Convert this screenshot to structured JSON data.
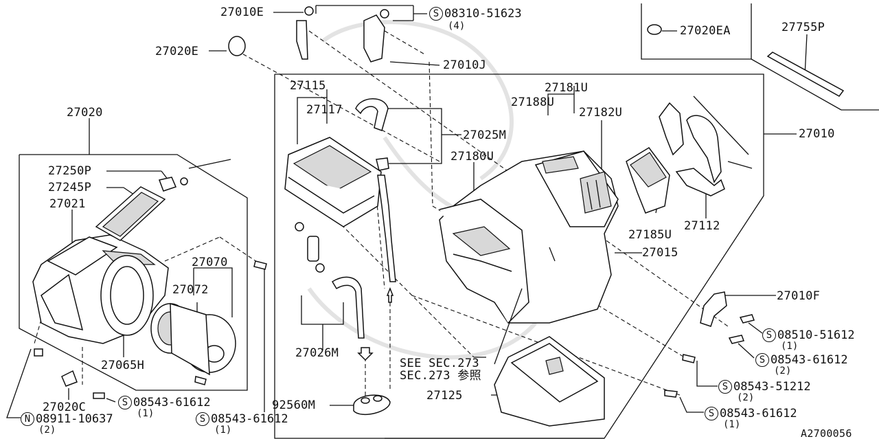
{
  "diagram_id": "A2700056",
  "labels": {
    "p27010E": "27010E",
    "p27020E": "27020E",
    "p08310": "08310-51623",
    "q08310": "(4)",
    "p27010J": "27010J",
    "p27020EA": "27020EA",
    "p27755P": "27755P",
    "p27020": "27020",
    "p27115": "27115",
    "p27117": "27117",
    "p27025M": "27025M",
    "p27181U": "27181U",
    "p27188U": "27188U",
    "p27182U": "27182U",
    "p27010": "27010",
    "p27250P": "27250P",
    "p27245P": "27245P",
    "p27021": "27021",
    "p27180U": "27180U",
    "p27185U": "27185U",
    "p27112": "27112",
    "p27015": "27015",
    "p27070": "27070",
    "p27072": "27072",
    "p27010F": "27010F",
    "p08510": "08510-51612",
    "q08510": "(1)",
    "p08543a": "08543-61612",
    "q08543a": "(2)",
    "p08543_51212": "08543-51212",
    "q08543_51212": "(2)",
    "p08543b": "08543-61612",
    "q08543b": "(1)",
    "p27065H": "27065H",
    "p27026M": "27026M",
    "see1": "SEE SEC.273",
    "see2": "SEC.273 参照",
    "p27125": "27125",
    "p27020C": "27020C",
    "p08543c": "08543-61612",
    "q08543c": "(1)",
    "p08911": "08911-10637",
    "q08911": "(2)",
    "p92560M": "92560M",
    "p08543d": "08543-61612",
    "q08543d": "(1)"
  },
  "symbols": {
    "s": "S",
    "n": "N"
  }
}
